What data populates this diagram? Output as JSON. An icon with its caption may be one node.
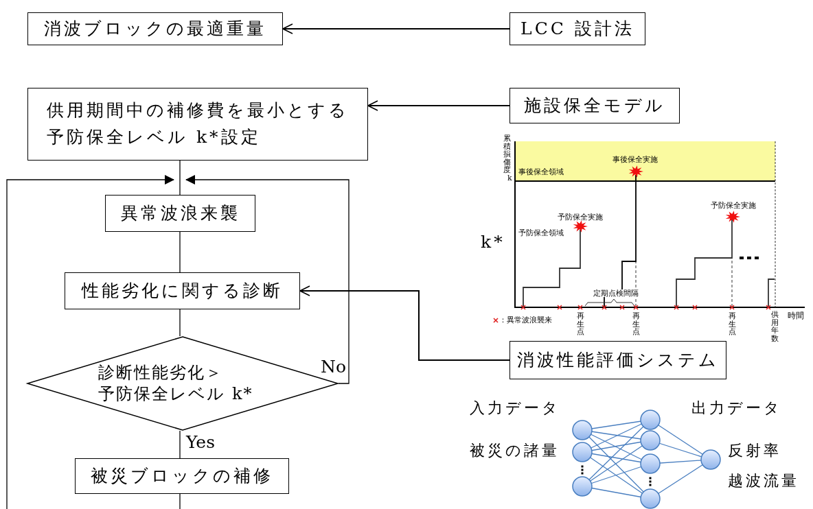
{
  "diagram": {
    "nodes": [
      {
        "text": [
          "消波ブロックの最適重量"
        ]
      },
      {
        "text": [
          "LCC 設計法"
        ]
      },
      {
        "text": [
          "供用期間中の補修費を最小とする予防保全レベル k*設定"
        ]
      },
      {
        "text": [
          "施設保全モデル"
        ]
      },
      {
        "text": [
          "異常波浪来襲"
        ]
      },
      {
        "text": [
          "性能劣化に関する診断"
        ]
      },
      {
        "text": [
          "診断性能劣化＞予防保全レベル k*"
        ]
      },
      {
        "text": [
          "被災ブロックの補修"
        ]
      },
      {
        "text": [
          "消波性能評価システム"
        ]
      }
    ],
    "edges": [
      {
        "from": 1,
        "to": 0,
        "arrow": "to"
      },
      {
        "from": 3,
        "to": 2,
        "arrow": "to"
      },
      {
        "from": 2,
        "to": 4,
        "arrow": "none"
      },
      {
        "from": 4,
        "to": 5,
        "arrow": "none"
      },
      {
        "from": 5,
        "to": 6,
        "arrow": "none"
      },
      {
        "from": 6,
        "to": 7,
        "arrow": "none",
        "label": "Yes"
      },
      {
        "from": 6,
        "to": 4,
        "arrow": "to",
        "label": "No"
      },
      {
        "from": 7,
        "to": 4,
        "arrow": "to"
      },
      {
        "from": 8,
        "to": 5,
        "arrow": "to"
      }
    ],
    "labels": [
      "累積損傷度",
      "k",
      "事後保全実施",
      "事後保全領域",
      "予防保全実施",
      "予防保全領域",
      "k*",
      "予防保全実施",
      "定期点検間隔",
      "再生点",
      "再生点",
      "再生点",
      "供用年数",
      "時間",
      "入力データ",
      "被災の諸量",
      "出力データ",
      "反射率",
      "越波流量"
    ],
    "legend": [
      {
        "text": "：異常波浪襲来"
      }
    ]
  }
}
